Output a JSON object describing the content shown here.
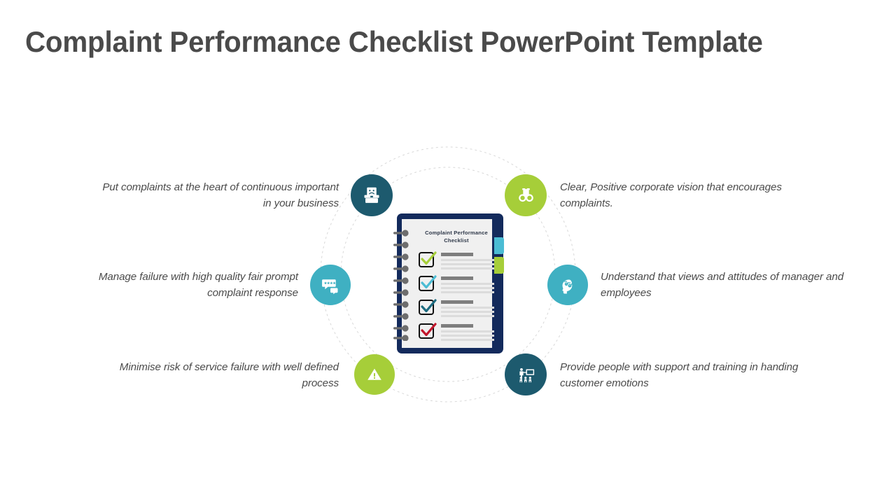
{
  "slide": {
    "title": "Complaint Performance Checklist PowerPoint Template",
    "title_color": "#4a4a4a",
    "background": "#ffffff"
  },
  "clipboard": {
    "heading_line1": "Complaint  Performance",
    "heading_line2": "Checklist",
    "board_color": "#132a5c",
    "page_color": "#f0f0f0",
    "tabs": [
      {
        "name": "tab-cyan",
        "color": "#4bbcd4"
      },
      {
        "name": "tab-green",
        "color": "#a6ce39"
      }
    ],
    "checklist_rows": [
      {
        "check_color": "#a6ce39"
      },
      {
        "check_color": "#4bbcd4"
      },
      {
        "check_color": "#1d6b80"
      },
      {
        "check_color": "#c2162b"
      }
    ]
  },
  "diagram": {
    "ring_color": "#d8d8d8",
    "nodes": [
      {
        "id": "node-top-left",
        "icon": "complaint-box-icon",
        "color": "#1d5a6e",
        "caption": "Put complaints at the heart of continuous important in your business",
        "caption_side": "left"
      },
      {
        "id": "node-top-right",
        "icon": "binoculars-icon",
        "color": "#a6ce39",
        "caption": "Clear, Positive corporate vision that encourages complaints.",
        "caption_side": "right"
      },
      {
        "id": "node-middle-left",
        "icon": "chat-rating-icon",
        "color": "#3fb0c2",
        "caption": "Manage failure with high quality fair prompt complaint response",
        "caption_side": "left"
      },
      {
        "id": "node-middle-right",
        "icon": "head-gears-icon",
        "color": "#3fb0c2",
        "caption": "Understand that views and attitudes of manager and employees",
        "caption_side": "right"
      },
      {
        "id": "node-bottom-left",
        "icon": "warning-triangle-icon",
        "color": "#a6ce39",
        "caption": "Minimise risk of service failure with well defined process",
        "caption_side": "left"
      },
      {
        "id": "node-bottom-right",
        "icon": "training-board-icon",
        "color": "#1d5a6e",
        "caption": "Provide people with support and training in handing customer emotions",
        "caption_side": "right"
      }
    ]
  }
}
